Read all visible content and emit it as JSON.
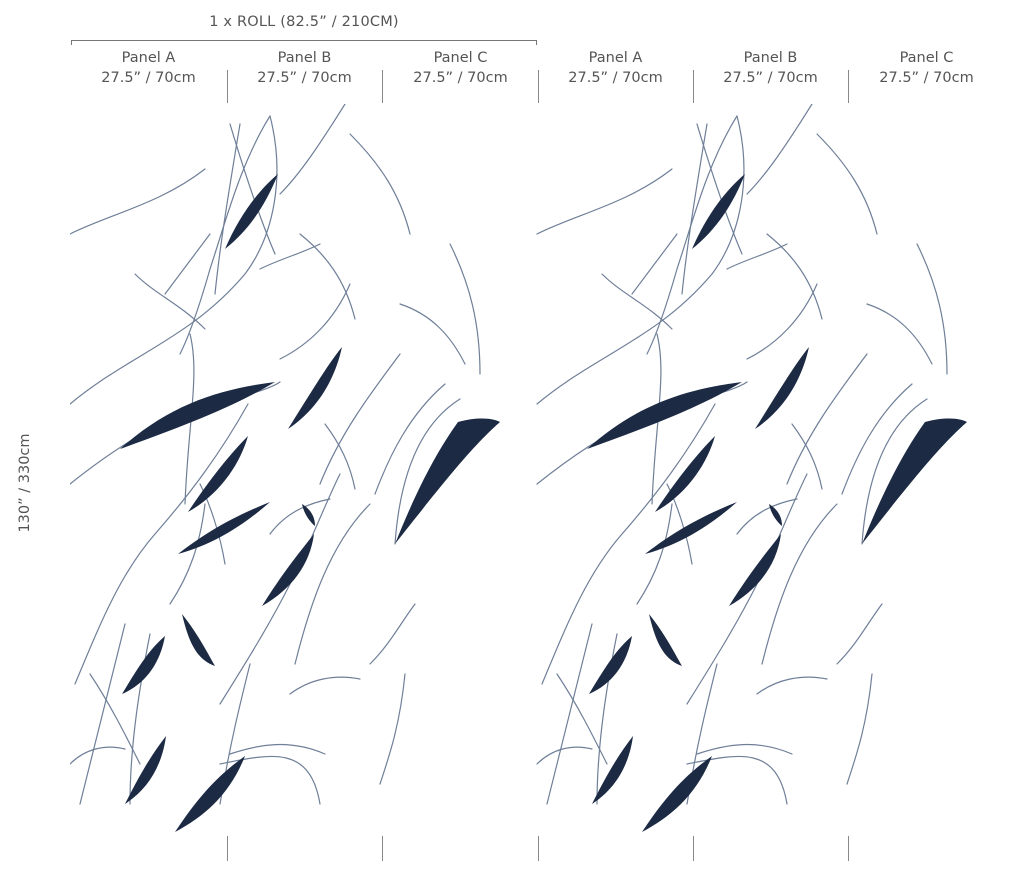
{
  "roll": {
    "label": "1 x ROLL (82.5” / 210CM)"
  },
  "panels": [
    {
      "name": "Panel A",
      "size": "27.5” / 70cm"
    },
    {
      "name": "Panel B",
      "size": "27.5” / 70cm"
    },
    {
      "name": "Panel C",
      "size": "27.5” / 70cm"
    },
    {
      "name": "Panel A",
      "size": "27.5” / 70cm"
    },
    {
      "name": "Panel B",
      "size": "27.5” / 70cm"
    },
    {
      "name": "Panel C",
      "size": "27.5” / 70cm"
    }
  ],
  "height": {
    "label": "130” / 330cm"
  },
  "colors": {
    "ink": "#1c2a44",
    "line": "#6f7f98",
    "text": "#555555"
  }
}
